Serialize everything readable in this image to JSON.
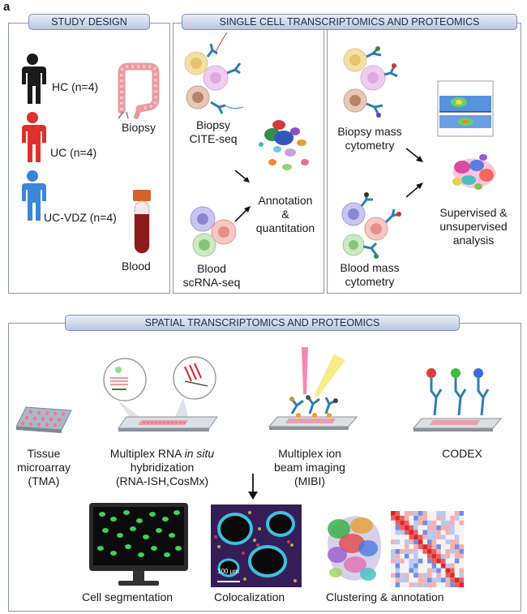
{
  "figure_letter": "a",
  "study_design": {
    "header": "STUDY DESIGN",
    "groups": [
      {
        "label": "HC (n=4)",
        "color": "#1a1a1a"
      },
      {
        "label": "UC (n=4)",
        "color": "#e0302b"
      },
      {
        "label": "UC-VDZ (n=4)",
        "color": "#3a86d8"
      }
    ],
    "biopsy_label": "Biopsy",
    "blood_label": "Blood"
  },
  "single_cell": {
    "header": "SINGLE CELL TRANSCRIPTOMICS AND PROTEOMICS",
    "biopsy_cite_seq": [
      "Biopsy",
      "CITE-seq"
    ],
    "blood_scrna_seq": [
      "Blood",
      "scRNA-seq"
    ],
    "annotation": [
      "Annotation",
      "&",
      "quantitation"
    ],
    "biopsy_mass": [
      "Biopsy mass",
      "cytometry"
    ],
    "blood_mass": [
      "Blood mass",
      "cytometry"
    ],
    "analysis": [
      "Supervised &",
      "unsupervised",
      "analysis"
    ]
  },
  "spatial": {
    "header": "SPATIAL TRANSCRIPTOMICS AND PROTEOMICS",
    "tma": [
      "Tissue",
      "microarray",
      "(TMA)"
    ],
    "rna_ish": {
      "line1_pre": "Multiplex RNA ",
      "line1_italic": "in situ",
      "line2": "hybridization",
      "line3": "(RNA-ISH,CosMx)"
    },
    "mibi": [
      "Multiplex ion",
      "beam imaging",
      "(MIBI)"
    ],
    "codex": "CODEX",
    "cell_segmentation": "Cell segmentation",
    "colocalization": "Colocalization",
    "clustering": "Clustering & annotation",
    "scale_text": "100 μm"
  }
}
